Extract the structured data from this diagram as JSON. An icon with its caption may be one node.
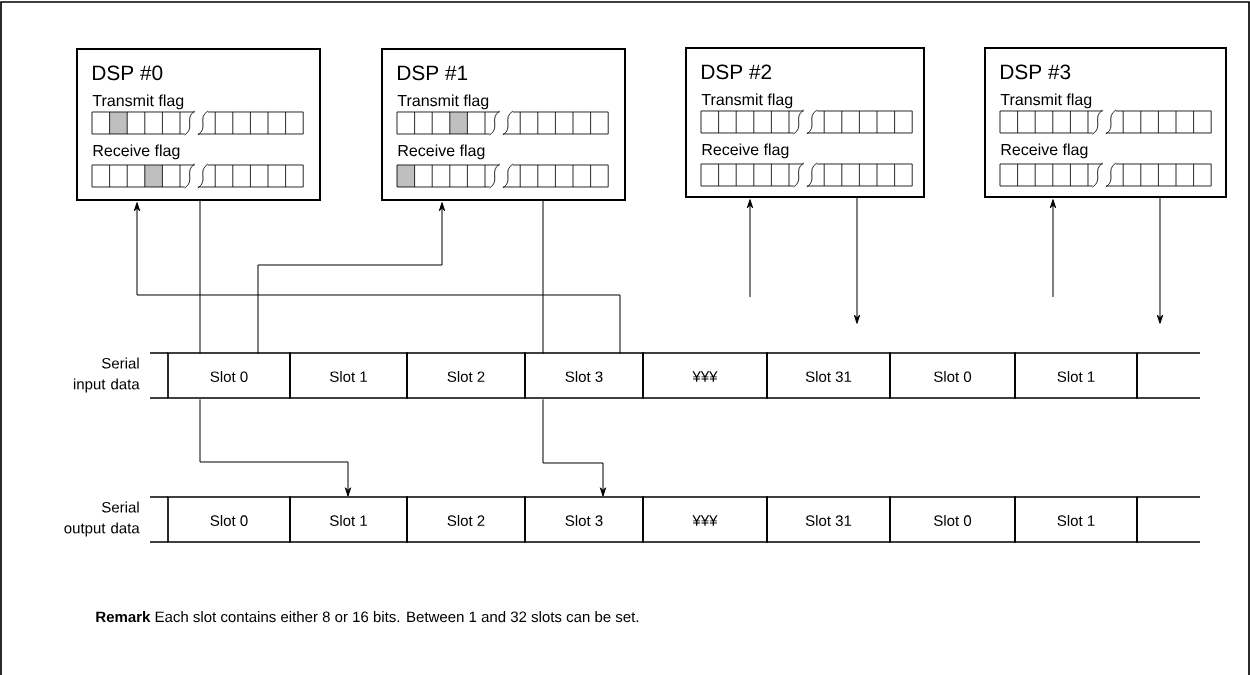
{
  "diagram": {
    "nodes": [
      {
        "text": [
          "DSP #0",
          "Transmit flag",
          "Receive flag"
        ]
      },
      {
        "text": [
          "DSP #1",
          "Transmit flag",
          "Receive flag"
        ]
      },
      {
        "text": [
          "DSP #2",
          "Transmit flag",
          "Receive flag"
        ]
      },
      {
        "text": [
          "DSP #3",
          "Transmit flag",
          "Receive flag"
        ]
      },
      {
        "text": [
          "Slot 0"
        ]
      },
      {
        "text": [
          "Slot 1"
        ]
      },
      {
        "text": [
          "Slot 2"
        ]
      },
      {
        "text": [
          "Slot 3"
        ]
      },
      {
        "text": [
          "¥¥¥"
        ]
      },
      {
        "text": [
          "Slot 31"
        ]
      },
      {
        "text": [
          "Slot 0"
        ]
      },
      {
        "text": [
          "Slot 1"
        ]
      },
      {
        "text": [],
        "shape": "box"
      },
      {
        "text": [
          "Slot 0"
        ]
      },
      {
        "text": [
          "Slot 1"
        ]
      },
      {
        "text": [
          "Slot 2"
        ]
      },
      {
        "text": [
          "Slot 3"
        ]
      },
      {
        "text": [
          "¥¥¥"
        ]
      },
      {
        "text": [
          "Slot 31"
        ]
      },
      {
        "text": [
          "Slot 0"
        ]
      },
      {
        "text": [
          "Slot 1"
        ]
      },
      {
        "text": [],
        "shape": "box"
      }
    ],
    "edges": [
      {
        "from": 0,
        "to": 4,
        "arrow": "none"
      },
      {
        "from": 4,
        "to": 1,
        "arrow": "to"
      },
      {
        "from": 1,
        "to": 7,
        "arrow": "none"
      },
      {
        "from": 7,
        "to": 0,
        "arrow": "to"
      },
      {
        "from": null,
        "to": 2,
        "arrow": "to"
      },
      {
        "from": 2,
        "to": null,
        "arrow": "to"
      },
      {
        "from": null,
        "to": 3,
        "arrow": "to"
      },
      {
        "from": 3,
        "to": null,
        "arrow": "to"
      },
      {
        "from": 4,
        "to": 14,
        "arrow": "to"
      },
      {
        "from": 7,
        "to": 16,
        "arrow": "to"
      }
    ],
    "labels": [
      "Serial input data",
      "Serial output data",
      "**Remark**  Each slot contains either 8 or 16 bits.  Between 1 and 32 slots can be set."
    ]
  }
}
